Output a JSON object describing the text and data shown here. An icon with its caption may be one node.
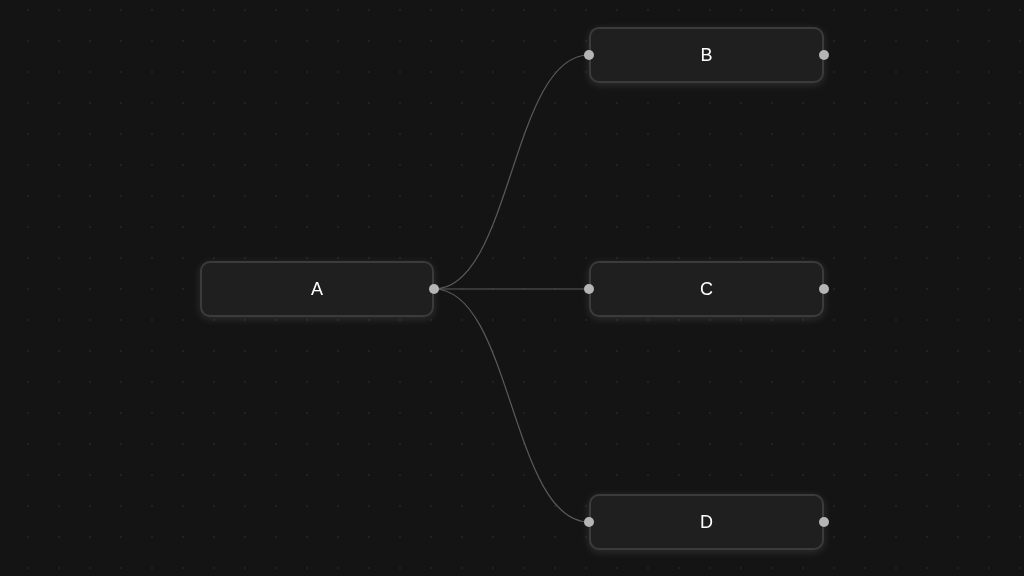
{
  "diagram": {
    "nodes": [
      {
        "text": [
          "A"
        ]
      },
      {
        "text": [
          "B"
        ]
      },
      {
        "text": [
          "C"
        ]
      },
      {
        "text": [
          "D"
        ]
      }
    ],
    "edges": [
      {
        "from": 0,
        "to": 1,
        "arrow": "none"
      },
      {
        "from": 0,
        "to": 2,
        "arrow": "none"
      },
      {
        "from": 0,
        "to": 3,
        "arrow": "none"
      }
    ]
  }
}
